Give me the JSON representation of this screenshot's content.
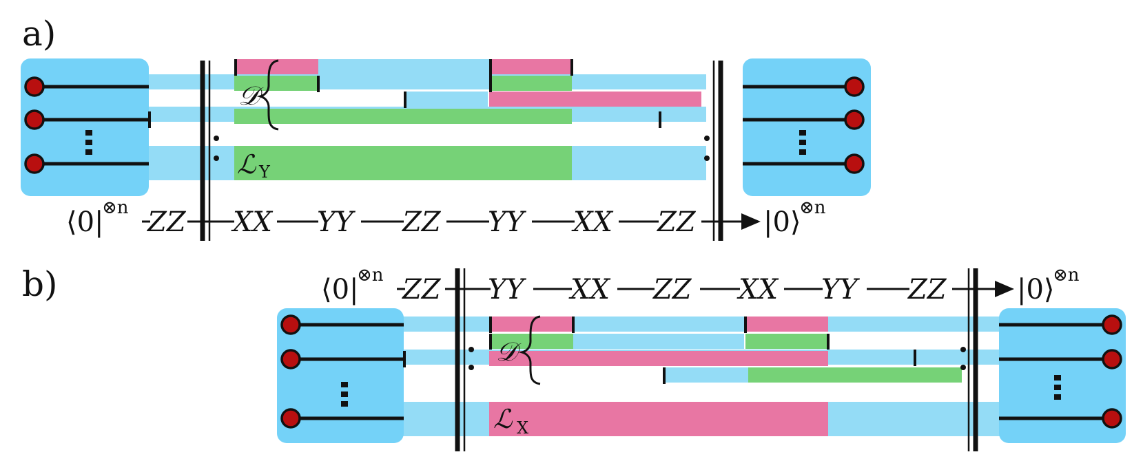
{
  "colors": {
    "blue_box": "#74d2f8",
    "blue_wire": "#94dcf6",
    "pink": "#e876a3",
    "green": "#76d277",
    "node": "#b80f0f",
    "ink": "#111111"
  },
  "panel_a": {
    "label": "a)",
    "bra": "⟨0|",
    "ket": "|0⟩",
    "tensor_power": "⊗n",
    "ops": [
      "ZZ",
      "XX",
      "YY",
      "ZZ",
      "YY",
      "XX",
      "ZZ"
    ],
    "brace_label": "𝒟",
    "logical_label": "ℒ",
    "logical_sub": "Y"
  },
  "panel_b": {
    "label": "b)",
    "bra": "⟨0|",
    "ket": "|0⟩",
    "tensor_power": "⊗n",
    "ops": [
      "ZZ",
      "YY",
      "XX",
      "ZZ",
      "XX",
      "YY",
      "ZZ"
    ],
    "brace_label": "𝒟",
    "logical_label": "ℒ",
    "logical_sub": "X"
  }
}
